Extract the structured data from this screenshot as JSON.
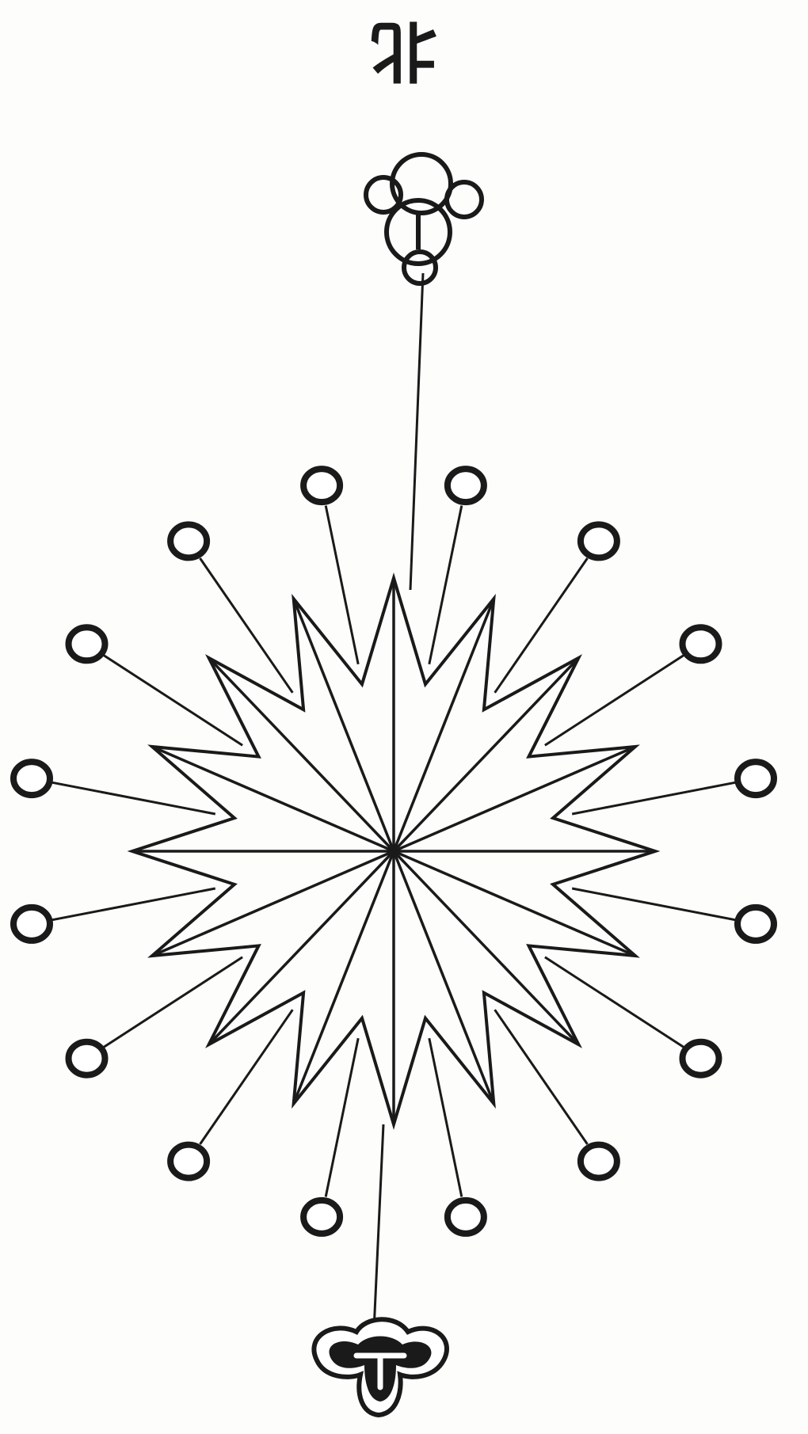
{
  "heading": "北",
  "colors": {
    "ink": "#1a1a1a",
    "paper": "#fdfdfb"
  },
  "diagram": {
    "description_type": "star-chart",
    "star_points": 16,
    "outer_dots": 16,
    "top_figure": "clustered-circles",
    "bottom_figure": "trefoil",
    "bottom_figure_filled": true
  }
}
